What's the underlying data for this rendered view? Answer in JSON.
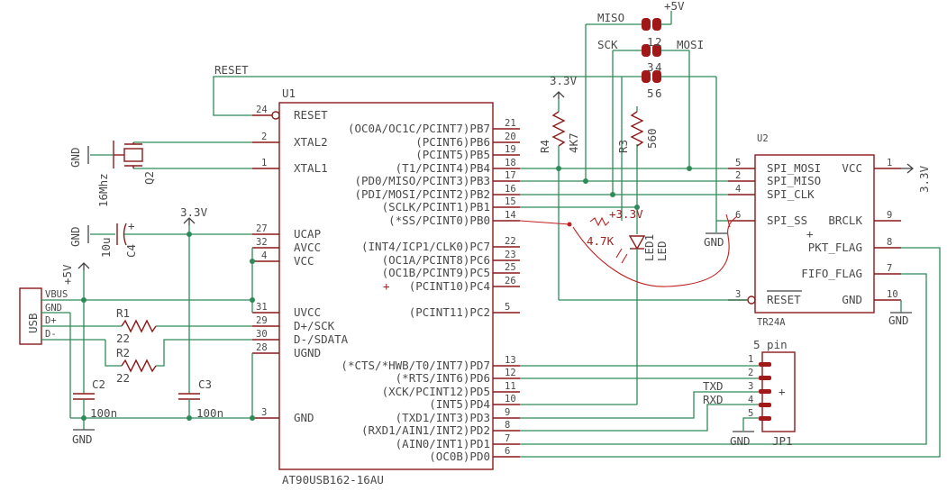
{
  "colors": {
    "wire": "#2e8b57",
    "part": "#8b1a1a",
    "text": "#4a4a4a",
    "annotation": "#c02020"
  },
  "u1": {
    "ref": "U1",
    "part": "AT90USB162-16AU",
    "left": [
      {
        "num": "24",
        "name": "RESET"
      },
      {
        "num": "2",
        "name": "XTAL2"
      },
      {
        "num": "1",
        "name": "XTAL1"
      },
      {
        "num": "27",
        "name": "UCAP"
      },
      {
        "num": "32",
        "name": "AVCC"
      },
      {
        "num": "4",
        "name": "VCC"
      },
      {
        "num": "31",
        "name": "UVCC"
      },
      {
        "num": "29",
        "name": "D+/SCK"
      },
      {
        "num": "30",
        "name": "D-/SDATA"
      },
      {
        "num": "28",
        "name": "UGND"
      },
      {
        "num": "3",
        "name": "GND"
      }
    ],
    "right": [
      {
        "num": "21",
        "name": "(OC0A/OC1C/PCINT7)PB7"
      },
      {
        "num": "20",
        "name": "(PCINT6)PB6"
      },
      {
        "num": "19",
        "name": "(PCINT5)PB5"
      },
      {
        "num": "18",
        "name": "(T1/PCINT4)PB4"
      },
      {
        "num": "17",
        "name": "(PD0/MISO/PCINT3)PB3"
      },
      {
        "num": "16",
        "name": "(PDI/MOSI/PCINT2)PB2"
      },
      {
        "num": "15",
        "name": "(SCLK/PCINT1)PB1"
      },
      {
        "num": "14",
        "name": "(*SS/PCINT0)PB0"
      },
      {
        "num": "22",
        "name": "(INT4/ICP1/CLK0)PC7"
      },
      {
        "num": "23",
        "name": "(OC1A/PCINT8)PC6"
      },
      {
        "num": "25",
        "name": "(OC1B/PCINT9)PC5"
      },
      {
        "num": "26",
        "name": "(PCINT10)PC4"
      },
      {
        "num": "5",
        "name": "(PCINT11)PC2"
      },
      {
        "num": "13",
        "name": "(*CTS/*HWB/T0/INT7)PD7"
      },
      {
        "num": "12",
        "name": "(*RTS/INT6)PD6"
      },
      {
        "num": "11",
        "name": "(XCK/PCINT12)PD5"
      },
      {
        "num": "10",
        "name": "(INT5)PD4"
      },
      {
        "num": "9",
        "name": "(TXD1/INT3)PD3"
      },
      {
        "num": "8",
        "name": "(RXD1/AIN1/INT2)PD2"
      },
      {
        "num": "7",
        "name": "(AIN0/INT1)PD1"
      },
      {
        "num": "6",
        "name": "(OC0B)PD0"
      }
    ],
    "pc4_plus": "+"
  },
  "u2": {
    "ref": "U2",
    "part": "TR24A",
    "left": [
      {
        "num": "5",
        "name": "SPI_MOSI"
      },
      {
        "num": "2",
        "name": "SPI_MISO"
      },
      {
        "num": "4",
        "name": "SPI_CLK"
      },
      {
        "num": "6",
        "name": "SPI_SS"
      },
      {
        "num": "3",
        "name": "RESET"
      }
    ],
    "right": [
      {
        "num": "1",
        "name": "VCC"
      },
      {
        "num": "9",
        "name": "BRCLK"
      },
      {
        "num": "8",
        "name": "PKT_FLAG"
      },
      {
        "num": "7",
        "name": "FIFO_FLAG"
      },
      {
        "num": "10",
        "name": "GND"
      }
    ],
    "plus": "+"
  },
  "jp1": {
    "ref": "JP1",
    "title": "5 pin",
    "pins": [
      "1",
      "2",
      "3",
      "4",
      "5"
    ],
    "txd": "TXD",
    "rxd": "RXD",
    "plus": "+"
  },
  "usb": {
    "label": "USB",
    "pins": [
      "VBUS",
      "GND",
      "D+",
      "D-"
    ]
  },
  "passives": {
    "r1": {
      "ref": "R1",
      "value": "22"
    },
    "r2": {
      "ref": "R2",
      "value": "22"
    },
    "r3": {
      "ref": "R3",
      "value": "560"
    },
    "r4": {
      "ref": "R4",
      "value": "4K7"
    },
    "c2": {
      "ref": "C2",
      "value": "100n"
    },
    "c3": {
      "ref": "C3",
      "value": "100n"
    },
    "c4": {
      "ref": "C4",
      "value": "10u"
    },
    "plus": "+",
    "q2": {
      "ref": "Q2",
      "value": "16Mhz"
    },
    "led1": {
      "ref": "LED1",
      "value": "LED"
    }
  },
  "isp": {
    "pins": [
      "1",
      "2",
      "3",
      "4",
      "5",
      "6"
    ],
    "labels": {
      "miso": "MISO",
      "sck": "SCK",
      "mosi": "MOSI",
      "p5v": "+5V",
      "reset": "RESET"
    }
  },
  "rails": {
    "v33": "3.3V",
    "v5": "+5V",
    "gnd": "GND"
  },
  "annotations": {
    "plus_v33": "+3.3V",
    "value": "4.7K"
  }
}
